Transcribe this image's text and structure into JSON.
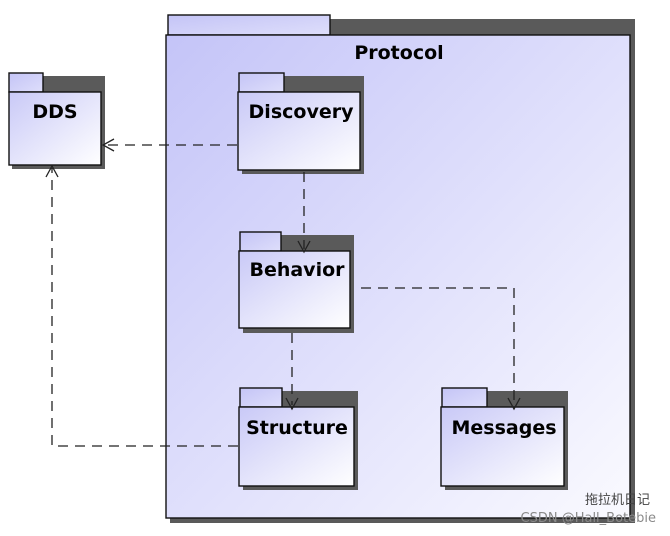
{
  "packages": {
    "protocol": "Protocol",
    "dds": "DDS",
    "discovery": "Discovery",
    "behavior": "Behavior",
    "structure": "Structure",
    "messages": "Messages"
  },
  "watermark": {
    "line1": "拖拉机日记",
    "line2": "CSDN @Hall_Botebie"
  },
  "colors": {
    "package_fill_light": "#fafaff",
    "package_fill_dark": "#c4c4f8",
    "line": "#222222"
  }
}
